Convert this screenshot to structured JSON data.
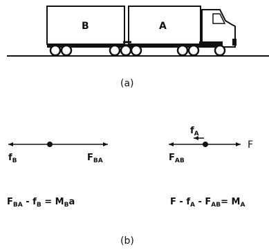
{
  "part_a": {
    "trailer_b_label": "B",
    "trailer_a_label": "A",
    "caption": "(a)"
  },
  "part_b": {
    "caption": "(b)",
    "left": {
      "f_main": "f",
      "f_sub": "B",
      "F_main": "F",
      "F_sub": "BA"
    },
    "right": {
      "f_main": "f",
      "f_sub": "A",
      "F_main": "F",
      "Fab_main": "F",
      "Fab_sub": "AB"
    },
    "equation_left": {
      "t1": "F",
      "t1_sub": "BA",
      "t2": " - f",
      "t2_sub": "B",
      "t3": " = M",
      "t3_sub": "B",
      "t4": "a"
    },
    "equation_right": {
      "t1": "F - f",
      "t1_sub": "A",
      "t2": " - F",
      "t2_sub": "AB",
      "t3": "= M",
      "t3_sub": "A"
    }
  },
  "colors": {
    "ink": "#111111",
    "background": "#ffffff"
  }
}
